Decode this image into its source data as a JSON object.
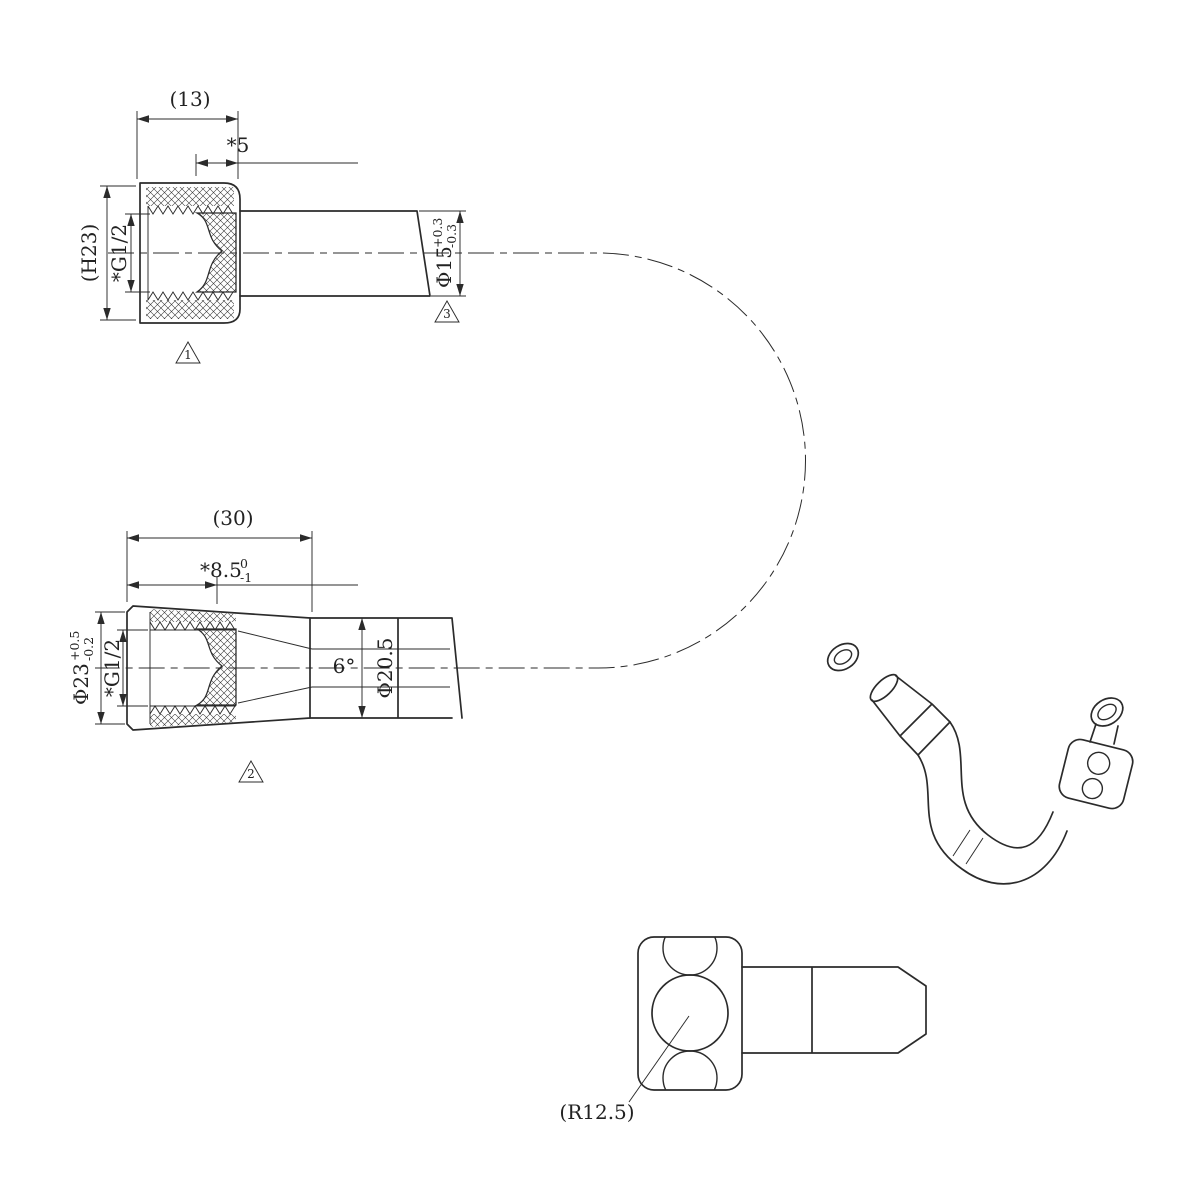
{
  "drawing": {
    "background": "#ffffff",
    "line_color": "#2b2b2b",
    "top_view": {
      "width_ref": "(13)",
      "insert_depth": "*5",
      "height_ref": "(H23)",
      "thread": "*G1/2",
      "tube_dia": {
        "base": "Φ15",
        "upper": "+0.3",
        "lower": "-0.3"
      },
      "flag_left": "1",
      "flag_right": "3"
    },
    "lower_view": {
      "width_ref": "(30)",
      "thread_depth": {
        "base": "*8.5",
        "upper": "0",
        "lower": "-1"
      },
      "outer_dia": {
        "base": "Φ23",
        "upper": "+0.5",
        "lower": "-0.2"
      },
      "thread": "*G1/2",
      "taper_angle": "6°",
      "mid_dia": "Φ20.5",
      "flag": "2"
    },
    "elbow": {
      "radius_ref": "(R12.5)"
    }
  }
}
